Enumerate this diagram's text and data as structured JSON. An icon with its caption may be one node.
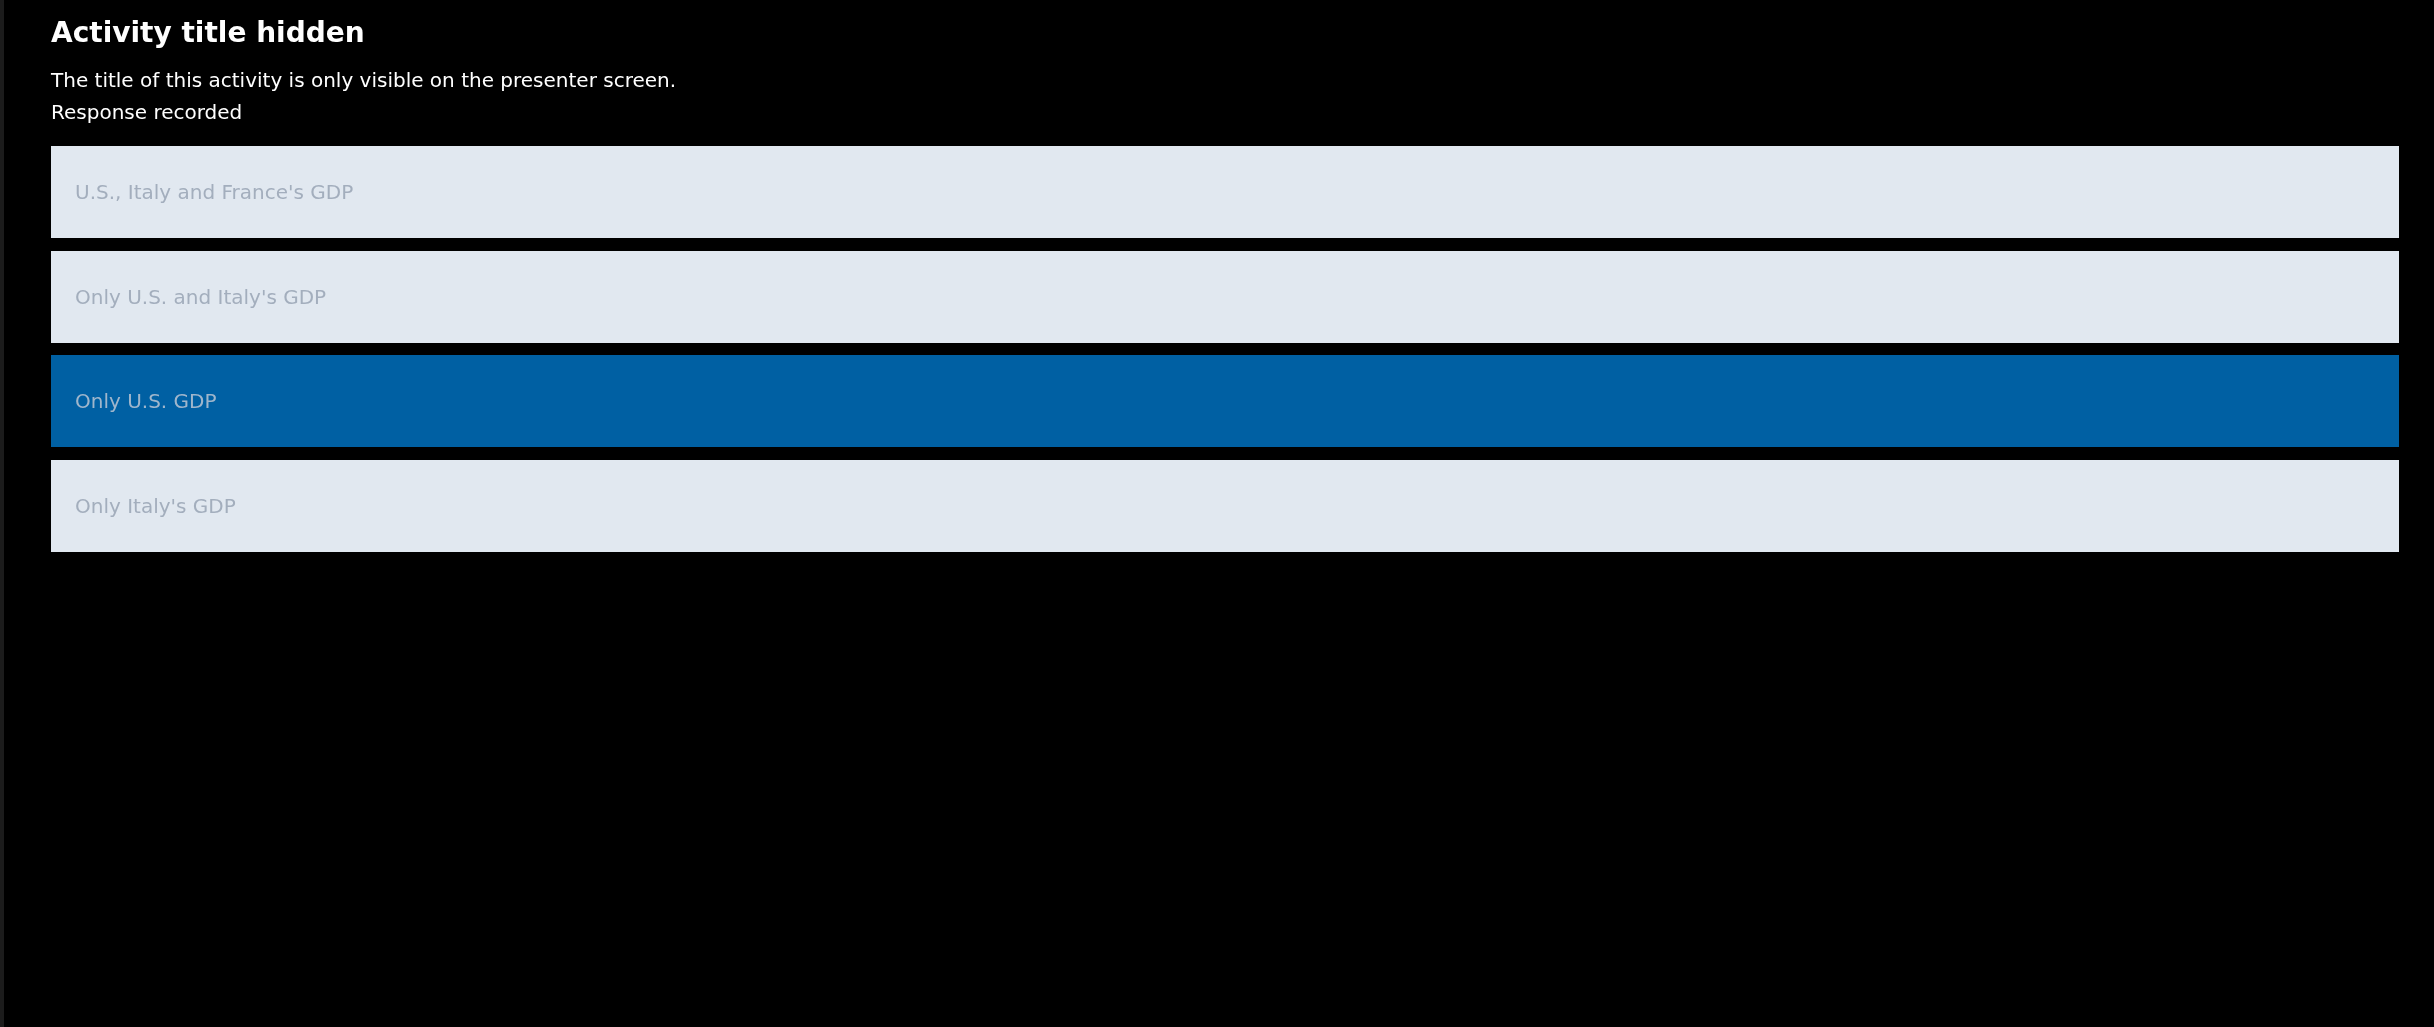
{
  "diagram": {
    "title": "Activity title hidden",
    "nodes": [
      {
        "text": [
          "U.S., Italy and France's GDP"
        ]
      },
      {
        "text": [
          "Only U.S. and Italy's GDP"
        ]
      },
      {
        "text": [
          "Only U.S. GDP"
        ]
      },
      {
        "text": [
          "Only Italy's GDP"
        ]
      }
    ],
    "labels": [
      "The title of this activity is only visible on the presenter screen.",
      "Response recorded"
    ]
  }
}
